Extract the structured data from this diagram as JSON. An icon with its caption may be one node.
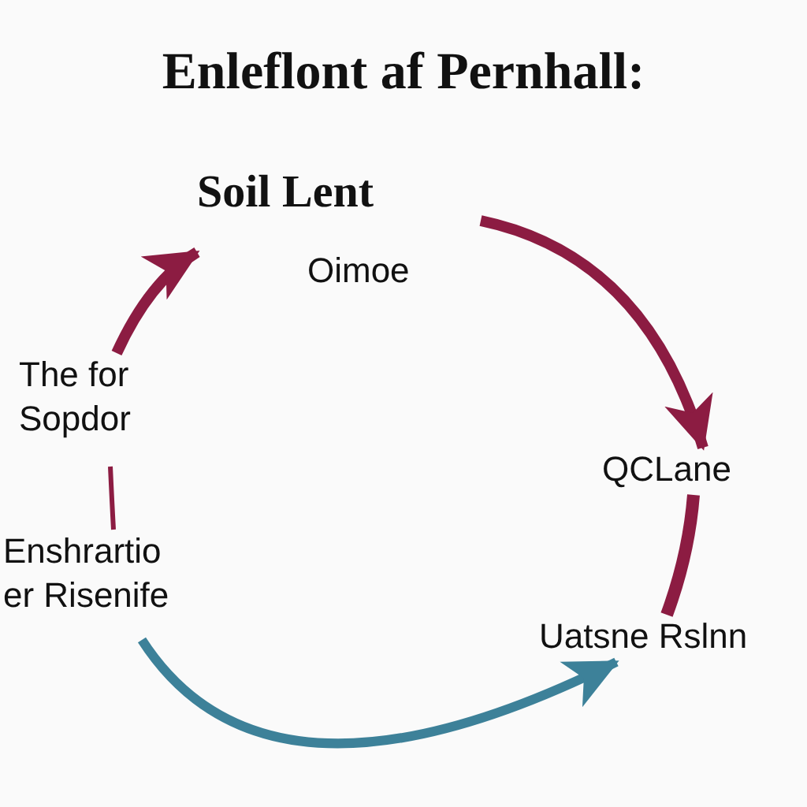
{
  "diagram": {
    "title": "Enleflont af Pernhall:",
    "nodes": [
      {
        "text": [
          "Soil Lent",
          "Oimoe"
        ]
      },
      {
        "text": [
          "QCLane"
        ]
      },
      {
        "text": [
          "Uatsne Rslnn"
        ]
      },
      {
        "text": [
          "Enshrartio er Risenife"
        ]
      },
      {
        "text": [
          "The for Sopdor"
        ]
      }
    ],
    "edges": [
      {
        "from": 4,
        "to": 0,
        "arrow": "to"
      },
      {
        "from": 0,
        "to": 1,
        "arrow": "to"
      },
      {
        "from": 1,
        "to": 2,
        "arrow": "none"
      },
      {
        "from": 3,
        "to": 2,
        "arrow": "to",
        "color": "#3d8199"
      },
      {
        "from": 4,
        "to": 3,
        "arrow": "none"
      }
    ]
  }
}
